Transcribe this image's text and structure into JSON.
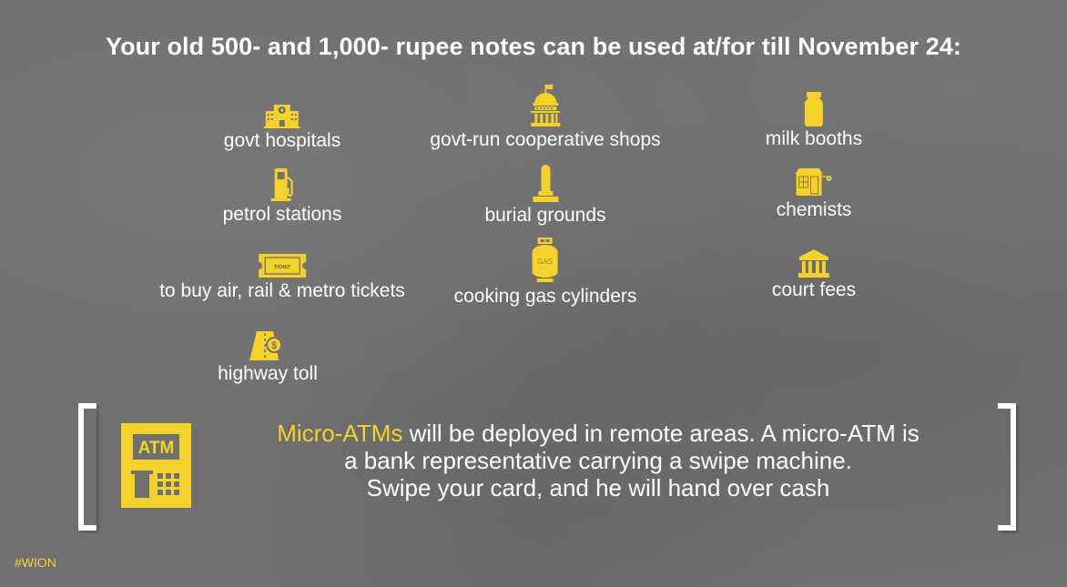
{
  "title": "Your old 500- and 1,000- rupee notes can be used at/for till November 24:",
  "accent_color": "#f5d22a",
  "text_color": "#ffffff",
  "background_color": "#707070",
  "items": [
    {
      "label": "govt hospitals",
      "icon": "hospital-icon"
    },
    {
      "label": "govt-run cooperative shops",
      "icon": "government-building-icon"
    },
    {
      "label": "milk booths",
      "icon": "milk-can-icon"
    },
    {
      "label": "petrol stations",
      "icon": "fuel-pump-icon"
    },
    {
      "label": "burial grounds",
      "icon": "monument-icon"
    },
    {
      "label": "chemists",
      "icon": "pharmacy-shop-icon"
    },
    {
      "label": "to buy air, rail & metro tickets",
      "icon": "ticket-icon",
      "icon_text": "TICKET"
    },
    {
      "label": "cooking gas cylinders",
      "icon": "gas-cylinder-icon",
      "icon_text": "GAS"
    },
    {
      "label": "court fees",
      "icon": "courthouse-icon"
    },
    {
      "label": "highway toll",
      "icon": "toll-road-icon",
      "icon_text": "$"
    }
  ],
  "note": {
    "icon": "atm-icon",
    "icon_text": "ATM",
    "highlight": "Micro-ATMs",
    "line1_rest": " will be deployed in remote areas. A micro-ATM is",
    "line2": "a bank representative carrying a swipe machine.",
    "line3": "Swipe your card, and he will hand over cash"
  },
  "hashtag": "#WION"
}
